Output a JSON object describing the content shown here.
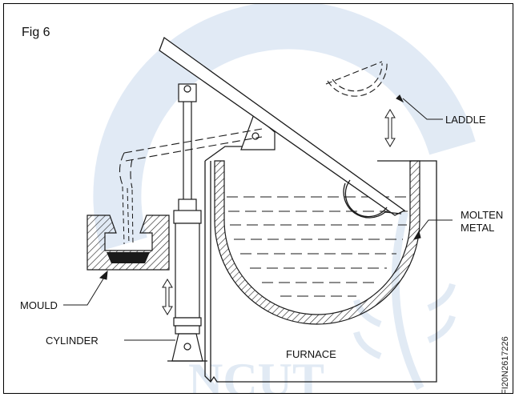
{
  "figure": {
    "label": "Fig 6",
    "code": "FI20N2617226"
  },
  "labels": {
    "ladle": "LADDLE",
    "molten_metal_line1": "MOLTEN",
    "molten_metal_line2": "METAL",
    "mould": "MOULD",
    "cylinder": "CYLINDER",
    "furnace": "FURNACE"
  },
  "colors": {
    "watermark": "#c9d9ec",
    "line": "#1a1a1a",
    "hatch": "#333333"
  }
}
